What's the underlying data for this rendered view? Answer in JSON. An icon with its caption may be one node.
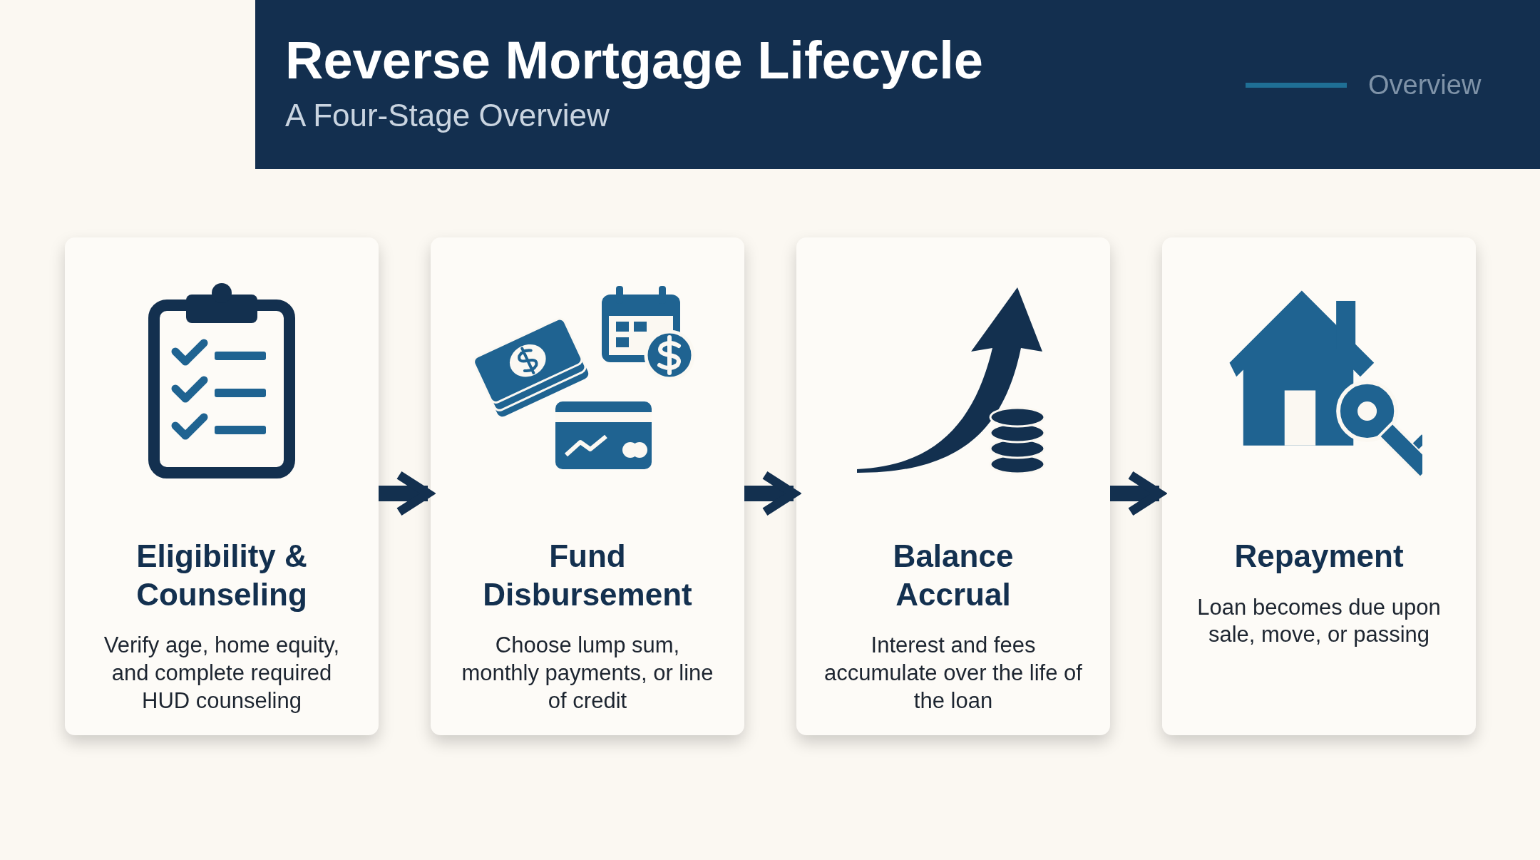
{
  "diagram": {
    "title": "Reverse Mortgage Lifecycle",
    "nodes": [
      {
        "text": [
          "Eligibility & Counseling",
          "Verify age, home equity, and complete required HUD counseling"
        ]
      },
      {
        "text": [
          "Fund Disbursement",
          "Choose lump sum, monthly payments, or line of credit"
        ]
      },
      {
        "text": [
          "Balance Accrual",
          "Interest and fees accumulate over the life of the loan"
        ]
      },
      {
        "text": [
          "Repayment",
          "Loan becomes due upon sale, move, or passing"
        ]
      }
    ],
    "edges": [
      {
        "from": 0,
        "to": 1,
        "arrow": "to"
      },
      {
        "from": 1,
        "to": 2,
        "arrow": "to"
      },
      {
        "from": 2,
        "to": 3,
        "arrow": "to"
      }
    ],
    "labels": [
      "A Four-Stage Overview",
      "Overview"
    ]
  }
}
